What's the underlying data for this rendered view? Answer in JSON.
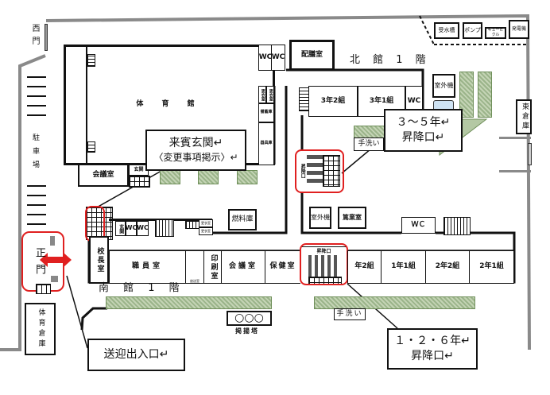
{
  "title_north": "北 館 1 階",
  "title_south": "南 館 1 階",
  "gates": {
    "west": "西門",
    "main": "正門"
  },
  "parking": "駐車場",
  "gym": {
    "name": "体 育 館",
    "wc1": "WC",
    "wc2": "WC",
    "locker1": "更衣室",
    "locker2": "更衣室",
    "storage1": "備蓄庫",
    "storage2": "器具庫",
    "meeting": "会議室",
    "entrance": "玄関"
  },
  "north": {
    "serving": "配膳室",
    "class32": "3年2組",
    "class31": "3年1組",
    "wc": "WC",
    "outdoor_unit1": "室外機",
    "outdoor_unit2": "室外機",
    "sink": "手洗い",
    "stair_label": "昇降口",
    "study": "篤業室",
    "wc2": "ＷＣ",
    "east_storage": "東倉庫",
    "fuel": "燃料庫"
  },
  "utilities": [
    "受水槽",
    "ポンプ",
    "キュービクル",
    "発電機"
  ],
  "south": {
    "entrance": "玄関",
    "wc1": "WC",
    "wc2": "WC",
    "locker1": "更衣室",
    "locker2": "更衣室",
    "rooms": [
      "校長室",
      "職員室",
      "放送室",
      "印刷室",
      "会議室",
      "保健室",
      "年2組",
      "1年1組",
      "2年2組",
      "2年1組"
    ],
    "stair_label": "昇降口",
    "sink": "手洗い",
    "flagpole": "掲揚塔",
    "flagpole_marks": "○○○",
    "gym_storage": "体育倉庫"
  },
  "callouts": {
    "guest_line1": "来賓玄関↵",
    "guest_line2": "〈変更事項掲示〉↵",
    "g35_line1": "３～５年↵",
    "g35_line2": "昇降口↵",
    "g126_line1": "１・２・６年↵",
    "g126_line2": "昇降口↵",
    "pickup": "送迎出入口↵"
  },
  "colors": {
    "highlight": "#e02020",
    "green": "#9bb48a",
    "fence": "#8a8a8a"
  }
}
